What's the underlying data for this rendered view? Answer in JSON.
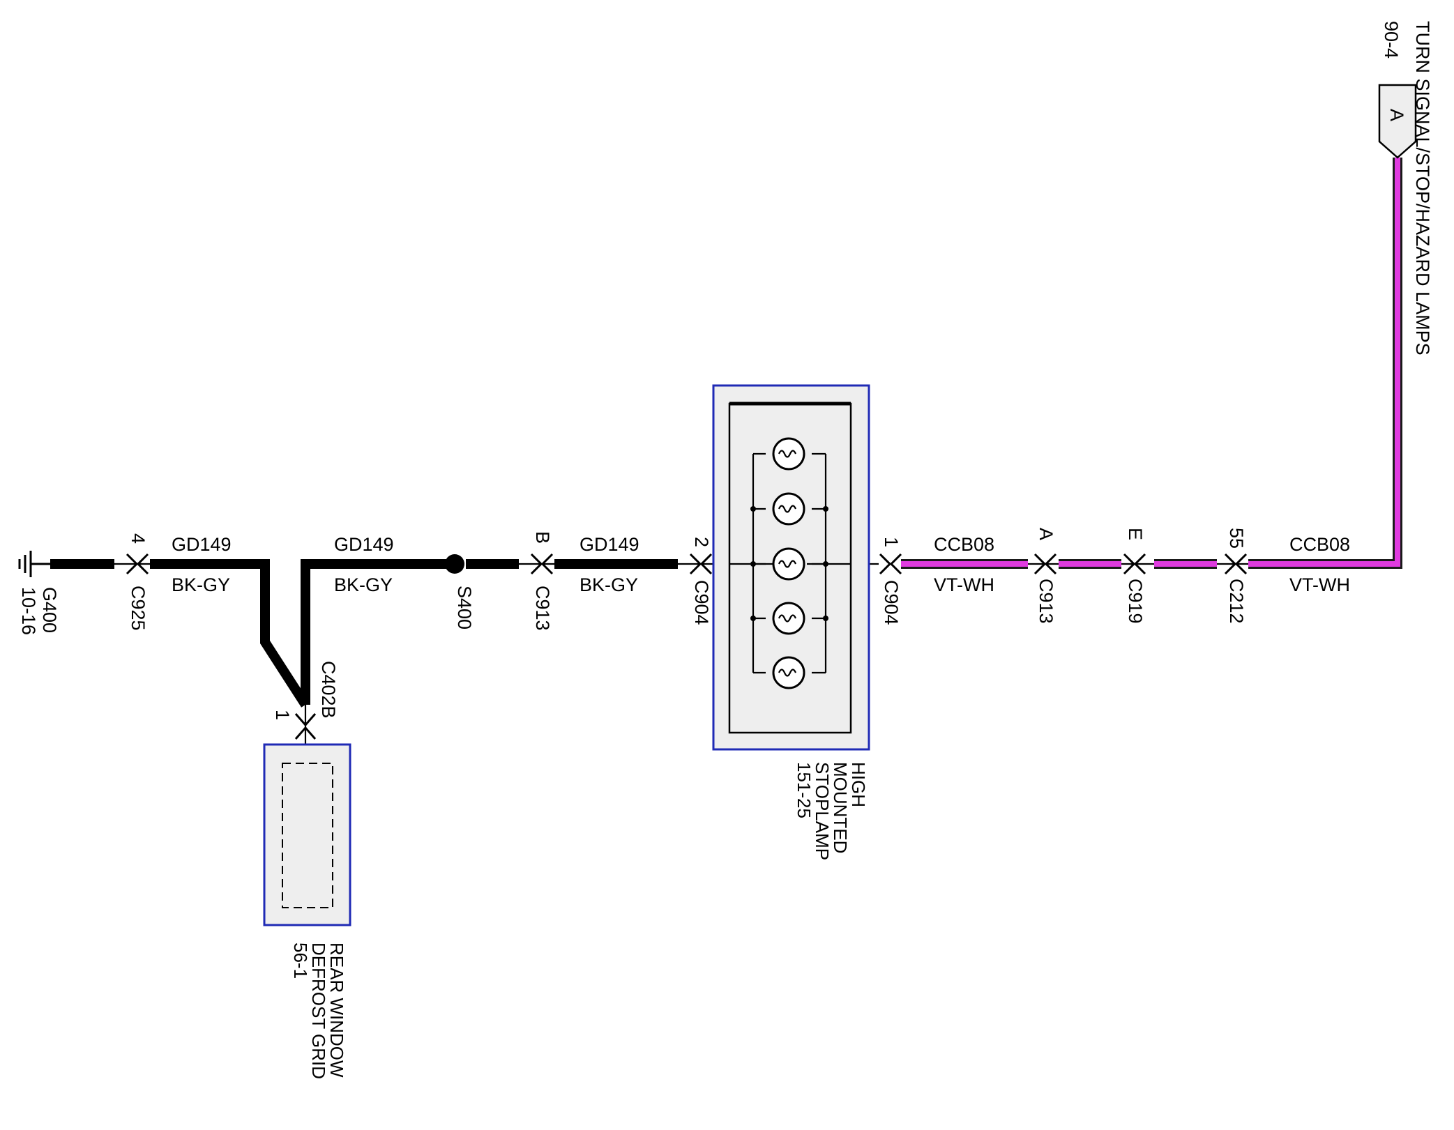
{
  "ground": {
    "id": "G400",
    "ref": "10-16"
  },
  "connectors": {
    "c925": {
      "name": "C925",
      "pin": "4"
    },
    "c402b": {
      "name": "C402B",
      "pin": "1"
    },
    "s400": {
      "name": "S400"
    },
    "c913_left": {
      "name": "C913",
      "pin": "B"
    },
    "c904_left": {
      "name": "C904",
      "pin": "2"
    },
    "c904_right": {
      "name": "C904",
      "pin": "1"
    },
    "c913_right": {
      "name": "C913",
      "pin": "A"
    },
    "c919": {
      "name": "C919",
      "pin": "E"
    },
    "c212": {
      "name": "C212",
      "pin": "55"
    }
  },
  "wires": {
    "w1": {
      "circuit": "GD149",
      "color": "BK-GY"
    },
    "w2": {
      "circuit": "GD149",
      "color": "BK-GY"
    },
    "w3": {
      "circuit": "GD149",
      "color": "BK-GY"
    },
    "w4": {
      "circuit": "CCB08",
      "color": "VT-WH"
    },
    "w5": {
      "circuit": "CCB08",
      "color": "VT-WH"
    }
  },
  "components": {
    "stoplamp": {
      "line1": "HIGH",
      "line2": "MOUNTED",
      "line3": "STOPLAMP",
      "ref": "151-25"
    },
    "defrost": {
      "line1": "REAR WINDOW",
      "line2": "DEFROST GRID",
      "ref": "56-1"
    }
  },
  "offpage": {
    "letter": "A",
    "ref": "90-4",
    "label": "TURN SIGNAL/STOP/HAZARD LAMPS"
  },
  "colors": {
    "black_wire": "#000000",
    "violet_wire": "#e03be0",
    "component_border": "#1f2ab5",
    "component_fill": "#eeeeee"
  }
}
